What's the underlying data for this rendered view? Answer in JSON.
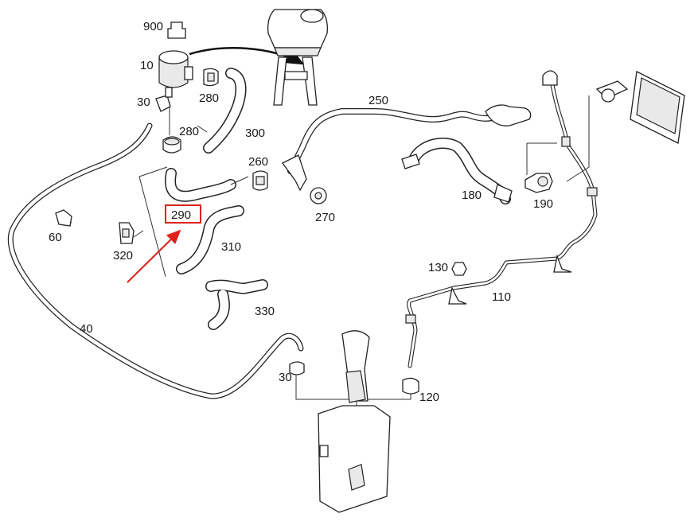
{
  "callouts": {
    "c900": "900",
    "c10": "10",
    "c30a": "30",
    "c280a": "280",
    "c280b": "280",
    "c300": "300",
    "c250": "250",
    "c260": "260",
    "c270": "270",
    "c180": "180",
    "c190": "190",
    "c60": "60",
    "c320": "320",
    "c290": "290",
    "c310": "310",
    "c330": "330",
    "c130": "130",
    "c110": "110",
    "c40": "40",
    "c30b": "30",
    "c120": "120"
  },
  "highlight": {
    "color": "#e0201b"
  }
}
